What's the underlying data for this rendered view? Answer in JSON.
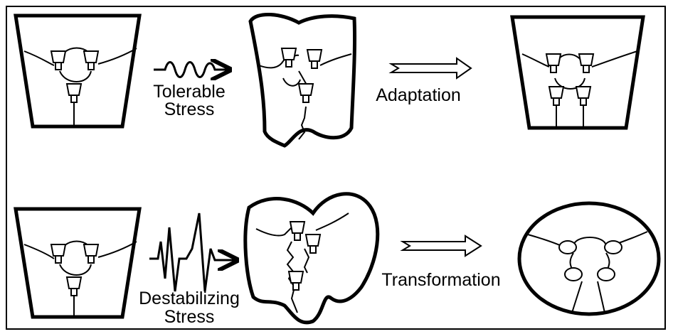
{
  "labels": {
    "tolerable": "Tolerable",
    "tolerable_stress": "Stress",
    "adaptation": "Adaptation",
    "destabilizing": "Destabilizing",
    "destabilizing_stress": "Stress",
    "transformation": "Transformation"
  },
  "colors": {
    "ink": "#000000",
    "background": "#ffffff"
  }
}
